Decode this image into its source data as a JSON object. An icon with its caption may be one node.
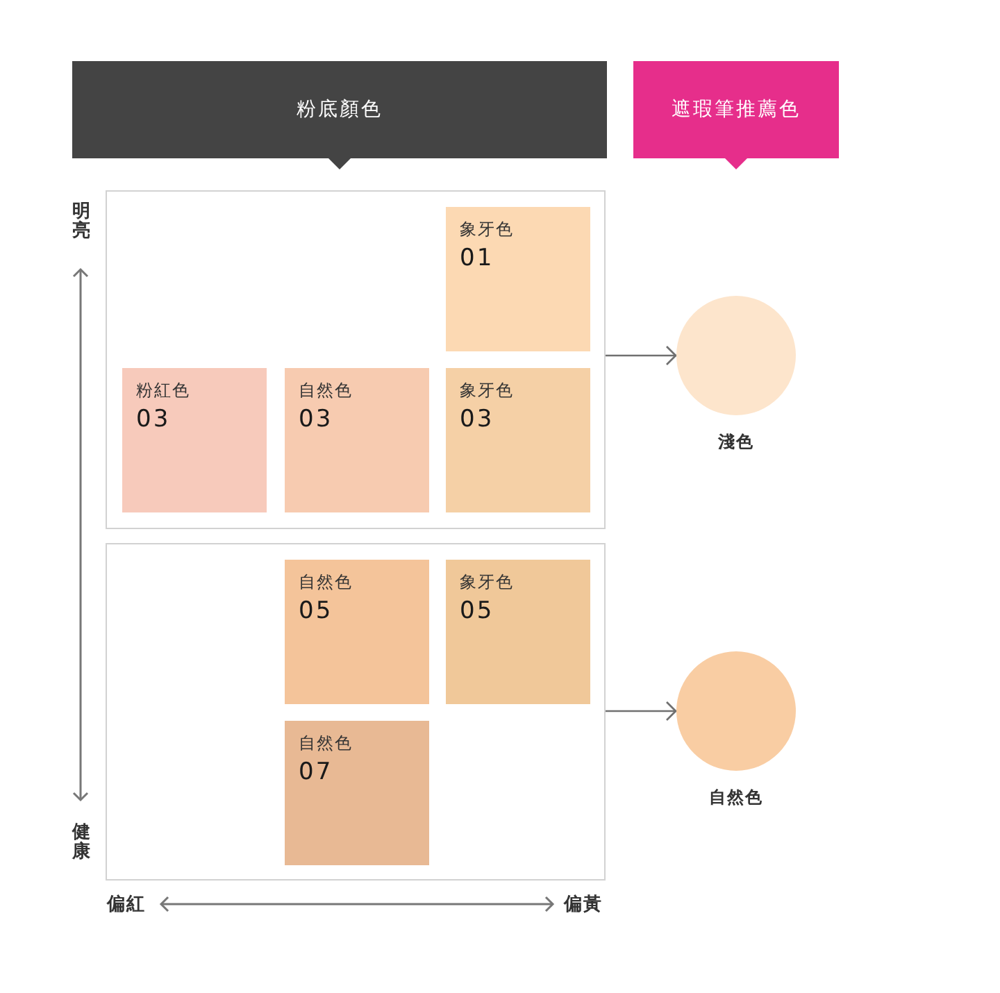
{
  "diagram": {
    "nodes": [
      {
        "text": [
          "粉底顏色"
        ]
      },
      {
        "text": [
          "遮瑕筆推薦色"
        ]
      },
      {
        "text": [],
        "shape": "box"
      },
      {
        "text": [
          "象牙色",
          "01"
        ],
        "in": 2
      },
      {
        "text": [
          "粉紅色",
          "03"
        ],
        "in": 2
      },
      {
        "text": [
          "自然色",
          "03"
        ],
        "in": 2
      },
      {
        "text": [
          "象牙色",
          "03"
        ],
        "in": 2
      },
      {
        "text": [],
        "shape": "circle",
        "beside": [
          "淺色"
        ]
      },
      {
        "text": [],
        "shape": "box"
      },
      {
        "text": [
          "自然色",
          "05"
        ],
        "in": 8
      },
      {
        "text": [
          "象牙色",
          "05"
        ],
        "in": 8
      },
      {
        "text": [
          "自然色",
          "07"
        ],
        "in": 8
      },
      {
        "text": [],
        "shape": "circle",
        "beside": [
          "自然色"
        ]
      }
    ],
    "edges": [
      {
        "from": 2,
        "to": 7,
        "arrow": "to"
      },
      {
        "from": 8,
        "to": 12,
        "arrow": "to"
      }
    ],
    "labels": [
      "明亮",
      "健康",
      "偏紅",
      "偏黃"
    ]
  }
}
